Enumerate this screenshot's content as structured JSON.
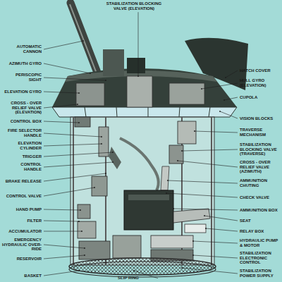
{
  "diagram": {
    "labels": [
      "AUTOMATIC CANNON",
      "AZIMUTH GYRO",
      "PERISCOPIC SIGHT",
      "ELEVATION GYRO",
      "CROSS - OVER RELIEF VALVE (ELEVATION)",
      "CONTROL BOX",
      "FIRE SELECTOR HANDLE",
      "ELEVATION CYLINDER",
      "TRIGGER",
      "CONTROL HANDLE",
      "BRAKE RELEASE",
      "CONTROL VALVE",
      "HAND PUMP",
      "FILTER",
      "ACCUMULATOR",
      "EMERGENCY HYDRAULIC OVER-RIDE",
      "RESERVOIR",
      "BASKET",
      "STABILIZATION BLOCKING VALVE (ELEVATION)",
      "HATCH COVER",
      "HULL GYRO (ELEVATION)",
      "CUPOLA",
      "VISION BLOCKS",
      "TRAVERSE MECHANISM",
      "STABILIZATION BLOCKING VALVE (TRAVERSE)",
      "CROSS - OVER RELIEF VALVE (AZIMUTH)",
      "AMMUNITION CHUTING",
      "CHECK VALVE",
      "AMMUNITION BOX",
      "SEAT",
      "RELAY BOX",
      "HYDRAULIC PUMP & MOTOR",
      "STABILIZATION ELECTRONIC CONTROL",
      "STABILIZATION POWER SUPPLY",
      "SLIP RING"
    ]
  }
}
